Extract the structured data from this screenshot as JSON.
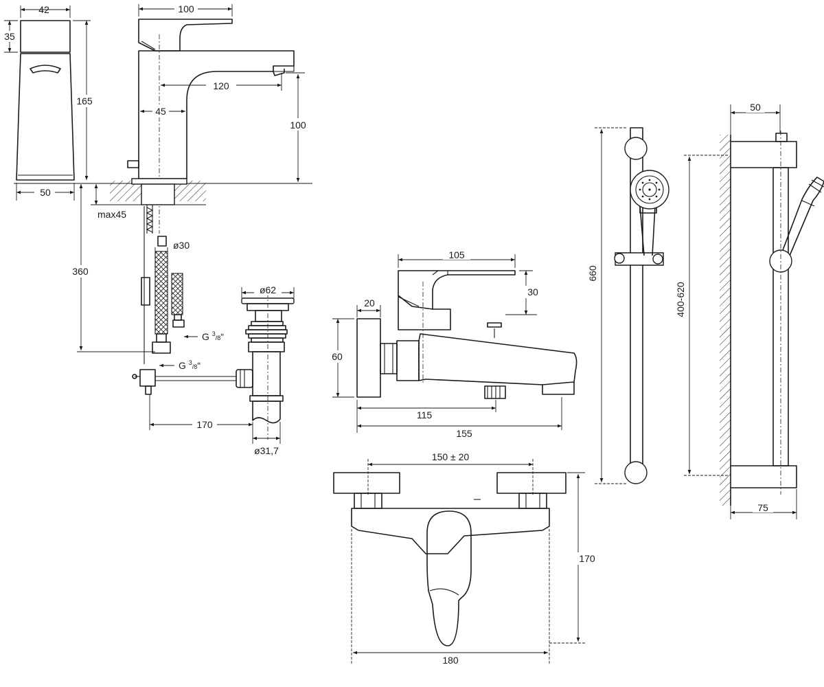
{
  "dimensions": {
    "basin_depth": "42",
    "basin_lever_height": "35",
    "basin_body_height": "165",
    "basin_base_width": "50",
    "basin_length": "100",
    "basin_spout_reach": "120",
    "basin_axis_offset": "45",
    "basin_spout_height": "100",
    "basin_max_deck": "max45",
    "basin_hose_length": "360",
    "hose_diameter": "ø30",
    "waste_diameter": "ø62",
    "thread_g_upper_prefix": "G ",
    "thread_g_upper_sup": "3",
    "thread_g_upper_sub": "/8",
    "thread_g_upper_suffix": "“",
    "thread_g_lower_prefix": "G ",
    "thread_g_lower_sup": "3",
    "thread_g_lower_sub": "/8",
    "thread_g_lower_suffix": "“",
    "waste_rod_length": "170",
    "waste_tail_diameter": "ø31,7",
    "bath_lever_length": "105",
    "bath_lever_height": "30",
    "bath_flange_depth": "20",
    "bath_flange_height": "60",
    "bath_diverter_reach": "115",
    "bath_total_depth": "155",
    "bath_centers": "150 ± 20",
    "bath_front_height": "170",
    "bath_front_width": "180",
    "rail_height": "660",
    "rail_mount_range": "400-620",
    "rail_wall_offset": "50",
    "rail_bracket_depth": "75"
  }
}
